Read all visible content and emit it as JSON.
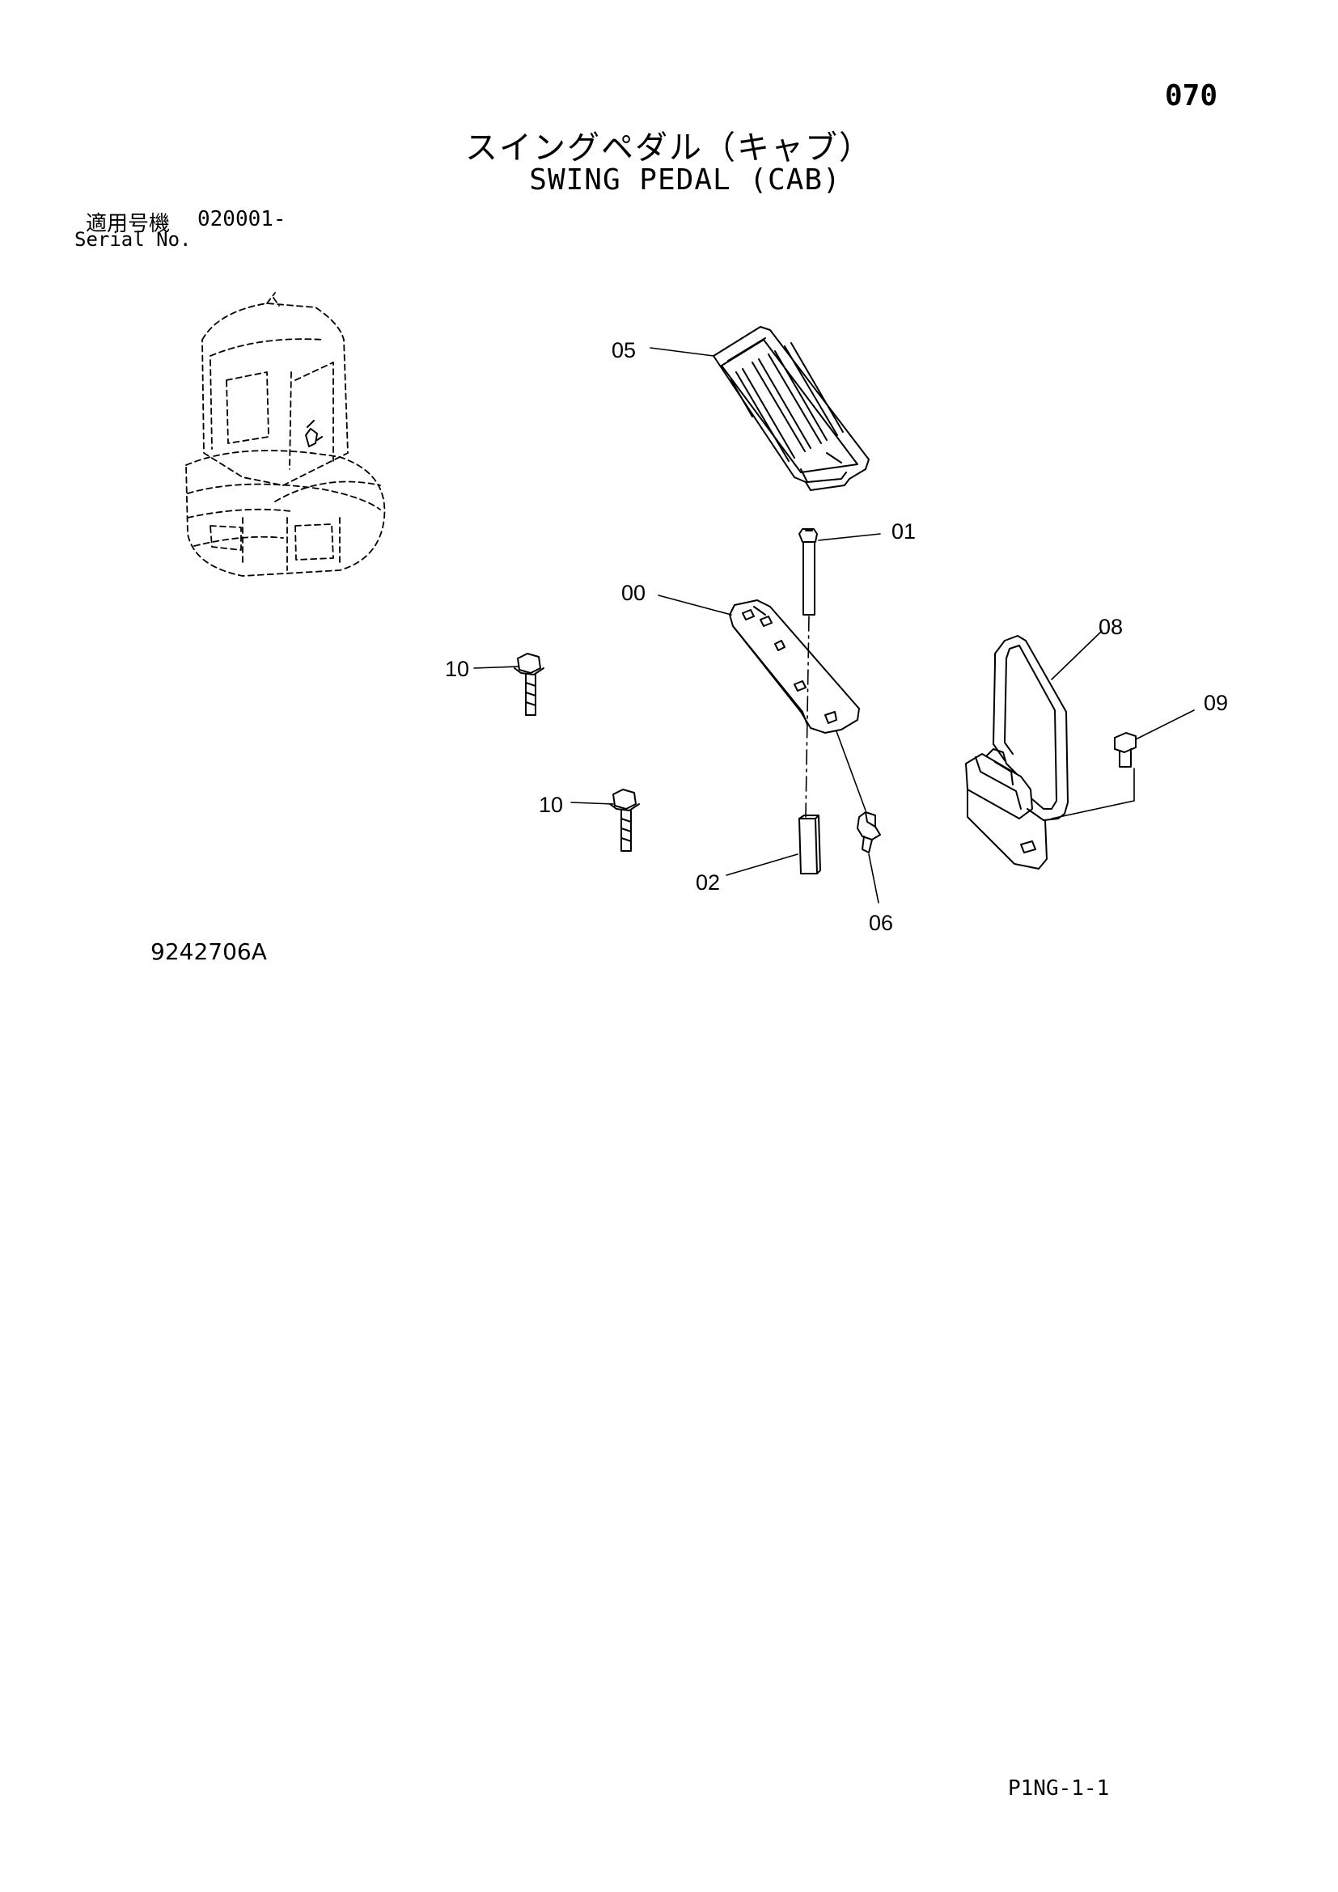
{
  "header": {
    "page_number": "070",
    "title_jp": "スイングペダル（キャブ）",
    "title_en": "SWING PEDAL (CAB)"
  },
  "serial": {
    "label_jp": "適用号機",
    "range": "020001-",
    "label_en": "Serial No."
  },
  "callouts": {
    "c05": "05",
    "c01": "01",
    "c00": "00",
    "c08": "08",
    "c10a": "10",
    "c09": "09",
    "c10b": "10",
    "c02": "02",
    "c06": "06"
  },
  "drawing_number": "9242706A",
  "footer_code": "P1NG-1-1",
  "colors": {
    "line": "#000000",
    "background": "#ffffff"
  }
}
